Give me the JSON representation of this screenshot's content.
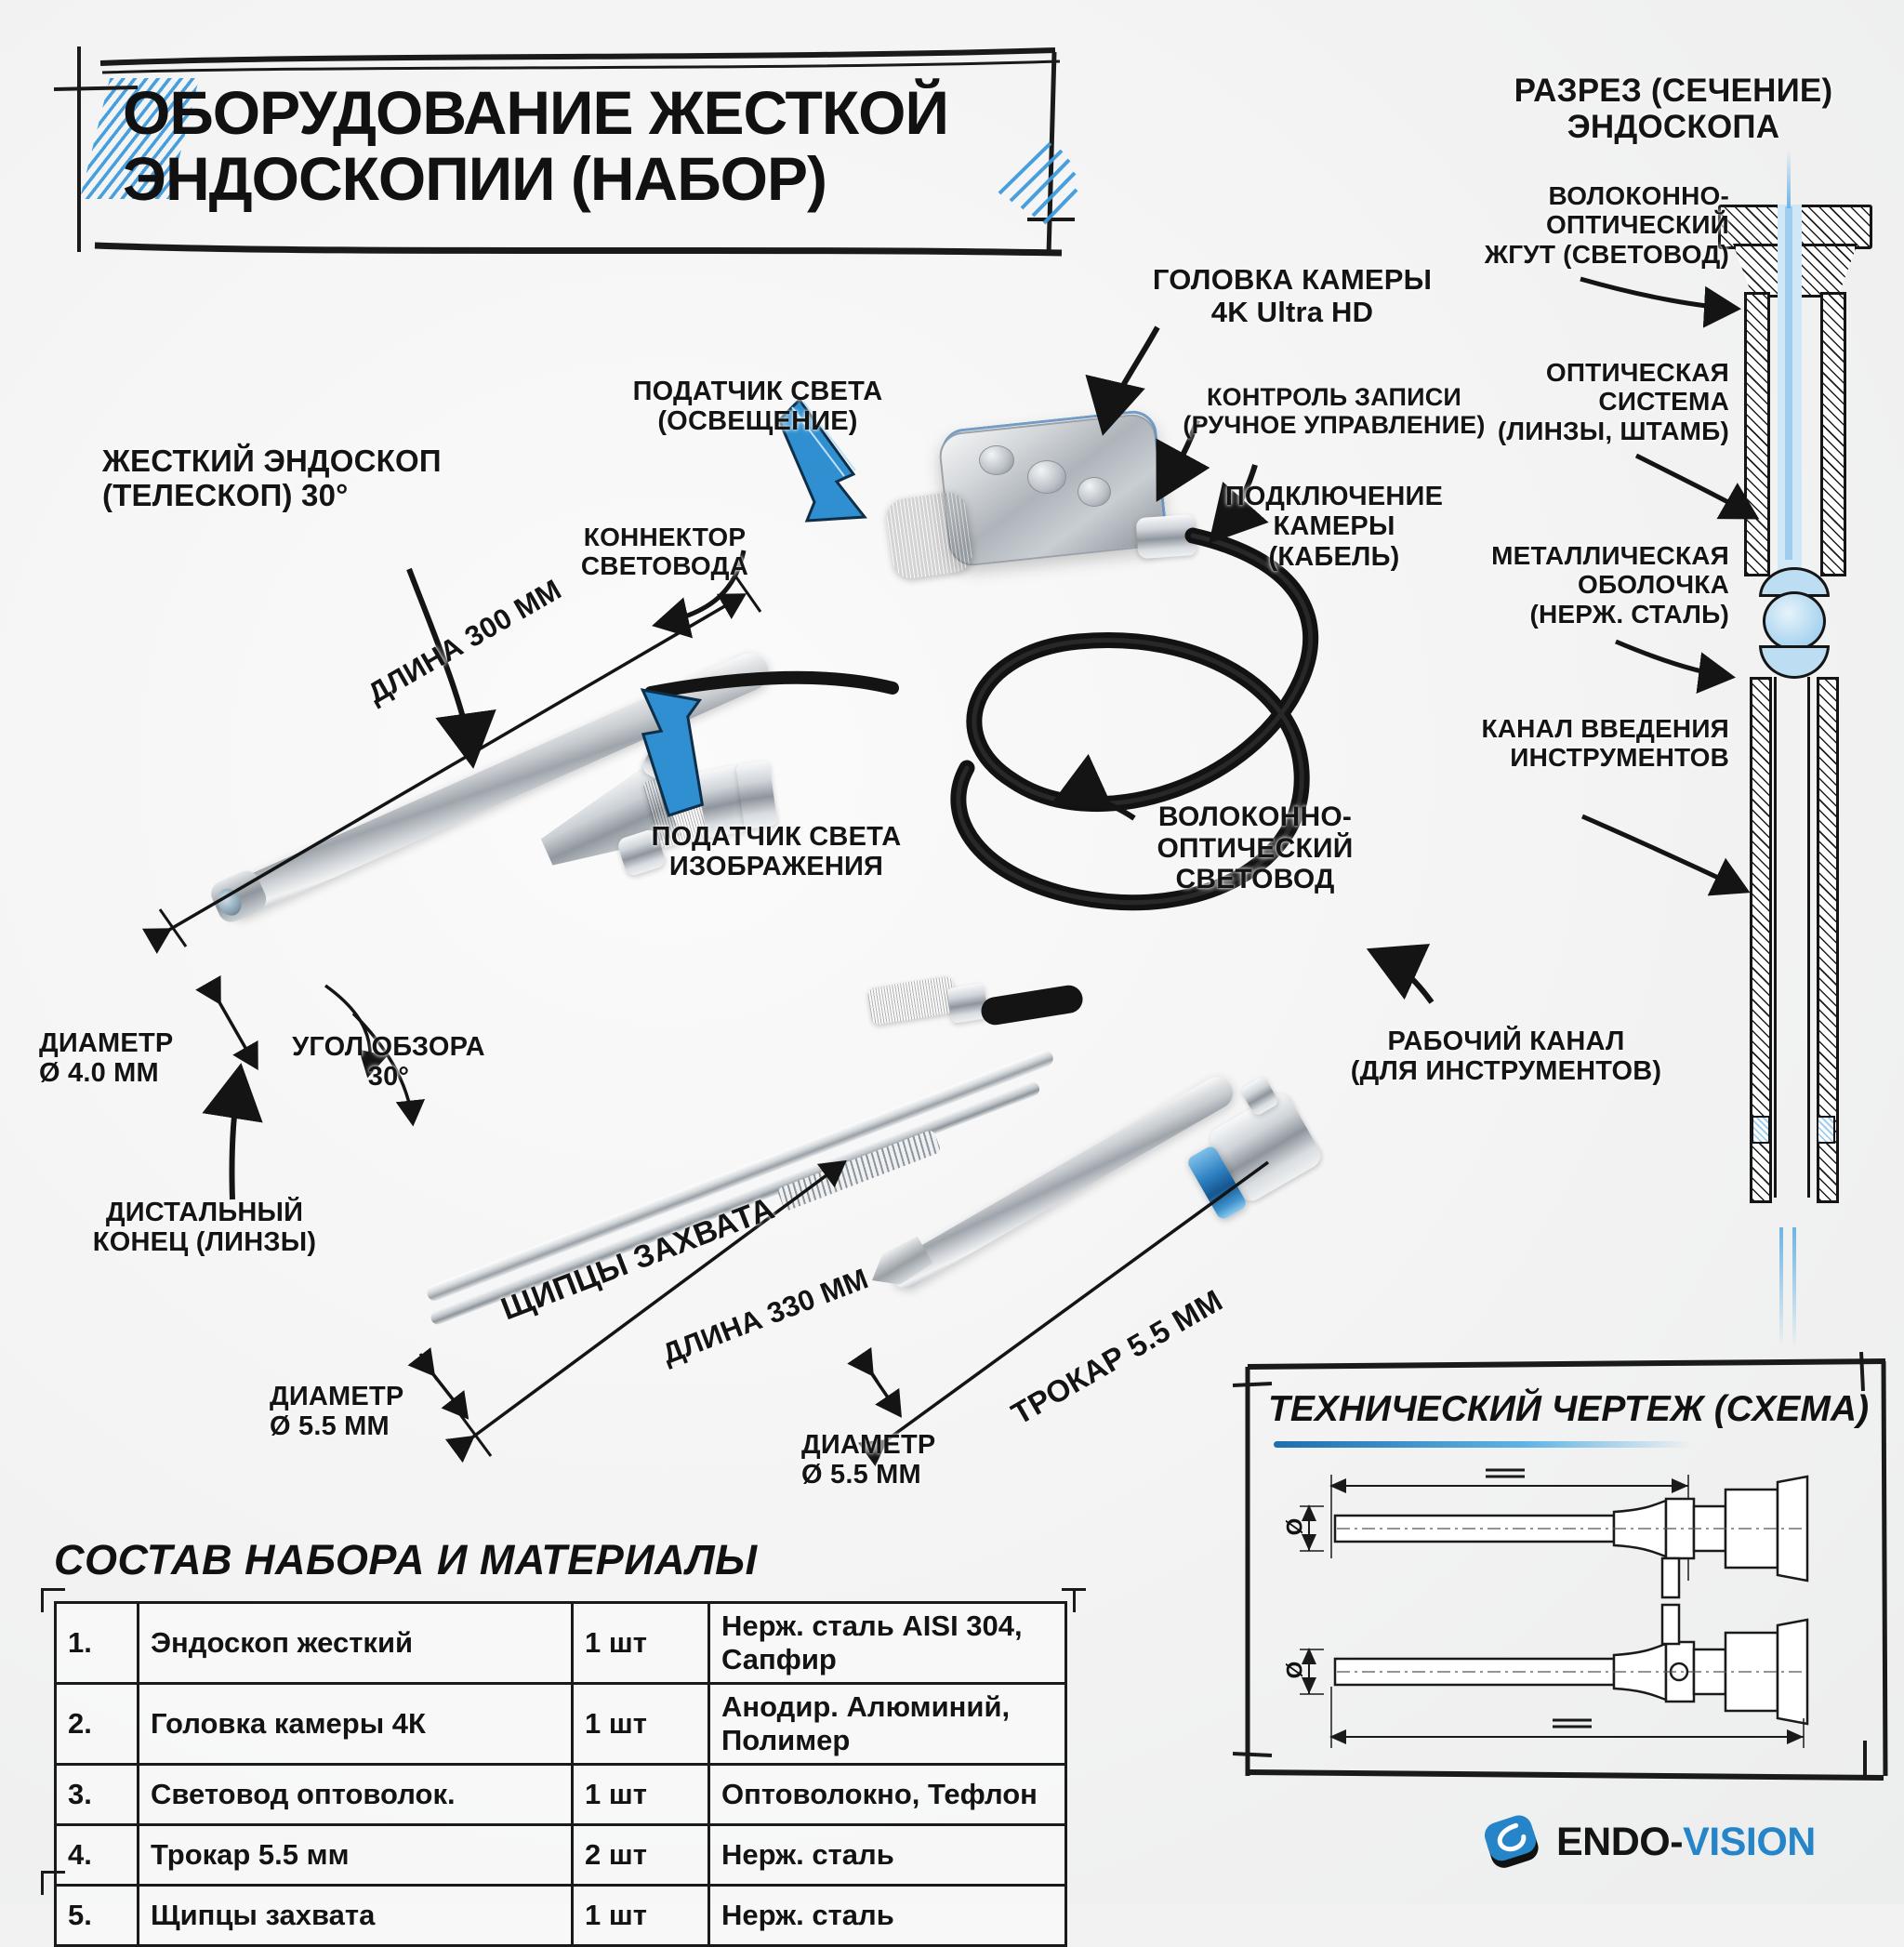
{
  "header": {
    "title_line1": "ОБОРУДОВАНИЕ ЖЕСТКОЙ",
    "title_line2": "ЭНДОСКОПИИ (НАБОР)"
  },
  "cross_section": {
    "title_line1": "РАЗРЕЗ (СЕЧЕНИЕ)",
    "title_line2": "ЭНДОСКОПА",
    "labels": [
      {
        "id": "fiber-bundle",
        "line1": "ВОЛОКОННО-",
        "line2": "ОПТИЧЕСКИЙ",
        "line3": "ЖГУТ (СВЕТОВОД)"
      },
      {
        "id": "optical-system",
        "line1": "ОПТИЧЕСКАЯ",
        "line2": "СИСТЕМА",
        "line3": "(ЛИНЗЫ, ШТАМБ)"
      },
      {
        "id": "metal-sheath",
        "line1": "МЕТАЛЛИЧЕСКАЯ",
        "line2": "ОБОЛОЧКА",
        "line3": "(НЕРЖ. СТАЛЬ)"
      },
      {
        "id": "instrument-channel",
        "line1": "КАНАЛ ВВЕДЕНИЯ",
        "line2": "ИНСТРУМЕНТОВ",
        "line3": ""
      }
    ]
  },
  "callouts": {
    "rigid_endoscope": {
      "line1": "ЖЕСТКИЙ ЭНДОСКОП",
      "line2": "(ТЕЛЕСКОП) 30°"
    },
    "light_connector": {
      "line1": "КОННЕКТОР",
      "line2": "СВЕТОВОДА"
    },
    "light_post": {
      "line1": "ПОДАТЧИК СВЕТА",
      "line2": "(ОСВЕЩЕНИЕ)"
    },
    "image_light_post": {
      "line1": "ПОДАТЧИК СВЕТА",
      "line2": "ИЗОБРАЖЕНИЯ"
    },
    "camera_head": {
      "line1": "ГОЛОВКА КАМЕРЫ",
      "line2": "4K Ultra HD"
    },
    "record_control": {
      "line1": "КОНТРОЛЬ ЗАПИСИ",
      "line2": "(РУЧНОЕ УПРАВЛЕНИЕ)"
    },
    "camera_connection": {
      "line1": "ПОДКЛЮЧЕНИЕ",
      "line2": "КАМЕРЫ",
      "line3": "(КАБЕЛЬ)"
    },
    "fiber_light_guide": {
      "line1": "ВОЛОКОННО-",
      "line2": "ОПТИЧЕСКИЙ",
      "line3": "СВЕТОВОД"
    },
    "working_channel": {
      "line1": "РАБОЧИЙ КАНАЛ",
      "line2": "(ДЛЯ ИНСТРУМЕНТОВ)"
    },
    "distal_end": {
      "line1": "ДИСТАЛЬНЫЙ",
      "line2": "КОНЕЦ (ЛИНЗЫ)"
    },
    "grasping_forceps": {
      "line1": "ЩИПЦЫ ЗАХВАТА"
    },
    "trocar": {
      "line1": "ТРОКАР 5.5 мм"
    }
  },
  "dimensions": {
    "endoscope_length": "ДЛИНА 300 мм",
    "endoscope_diameter": {
      "line1": "ДИАМЕТР",
      "line2": "Ø 4.0 мм"
    },
    "view_angle": {
      "line1": "УГОЛ ОБЗОРА",
      "line2": "30°"
    },
    "forceps_length": "ДЛИНА 330 мм",
    "forceps_diameter": {
      "line1": "ДИАМЕТР",
      "line2": "Ø 5.5 мм"
    },
    "trocar_diameter": {
      "line1": "ДИАМЕТР",
      "line2": "Ø 5.5 мм"
    }
  },
  "spec_table": {
    "title": "СОСТАВ НАБОРА И МАТЕРИАЛЫ",
    "rows": [
      {
        "num": "1.",
        "name": "Эндоскоп жесткий",
        "qty": "1 шт",
        "material": "Нерж. сталь AISI 304, Сапфир"
      },
      {
        "num": "2.",
        "name": "Головка камеры 4К",
        "qty": "1 шт",
        "material": "Анодир. Алюминий, Полимер"
      },
      {
        "num": "3.",
        "name": "Световод оптоволок.",
        "qty": "1 шт",
        "material": "Оптоволокно, Тефлон"
      },
      {
        "num": "4.",
        "name": "Трокар 5.5 мм",
        "qty": "2 шт",
        "material": "Нерж. сталь"
      },
      {
        "num": "5.",
        "name": "Щипцы захвата",
        "qty": "1 шт",
        "material": "Нерж. сталь"
      }
    ]
  },
  "tech_drawing": {
    "title": "ТЕХНИЧЕСКИЙ ЧЕРТЕЖ (СХЕМА)",
    "diameter_symbol_top": "Ø",
    "diameter_symbol_bottom": "Ø"
  },
  "logo": {
    "text_dark": "ENDO-",
    "text_blue": "VISION",
    "mark_name": "endo-vision-swirl-mark"
  },
  "colors": {
    "accent_blue": "#2585c8",
    "arrow_blue": "#2f8fd0",
    "ink": "#141414",
    "paper": "#f2f2f2"
  }
}
